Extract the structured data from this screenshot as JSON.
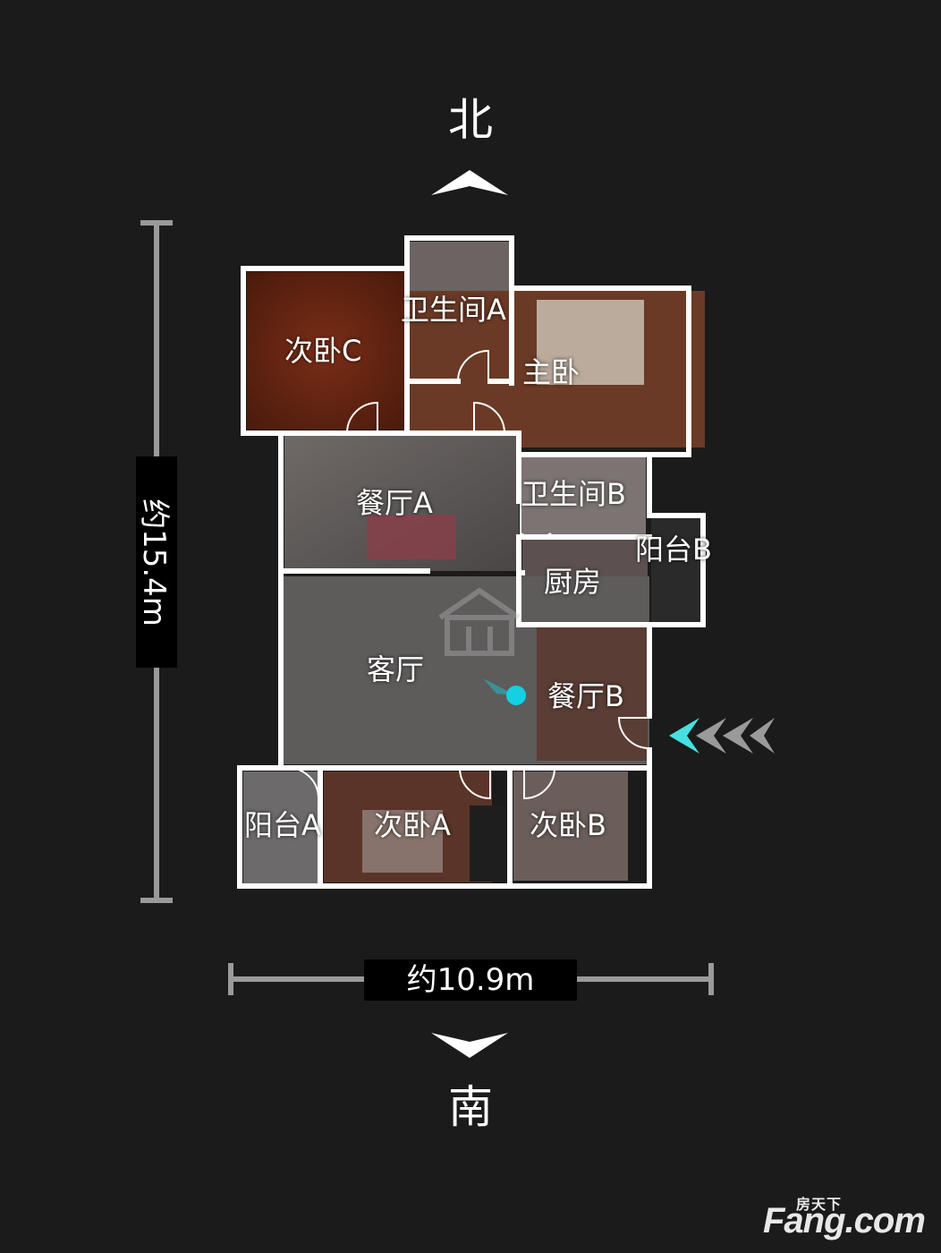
{
  "compass": {
    "north": "北",
    "south": "南"
  },
  "dimensions": {
    "vertical": "约15.4m",
    "horizontal": "约10.9m"
  },
  "rooms": {
    "bedroom_c": "次卧C",
    "bathroom_a": "卫生间A",
    "master_bedroom": "主卧",
    "dining_a": "餐厅A",
    "bathroom_b": "卫生间B",
    "balcony_b": "阳台B",
    "kitchen": "厨房",
    "living_room": "客厅",
    "dining_b": "餐厅B",
    "balcony_a": "阳台A",
    "bedroom_a": "次卧A",
    "bedroom_b": "次卧B"
  },
  "colors": {
    "background": "#1b1b1b",
    "wall": "#ffffff",
    "dimension_bar": "#9a9a9a",
    "position_marker": "#13d1e3",
    "entrance_arrow_accent": "#47e0e0"
  },
  "watermark": {
    "cn": "房天下",
    "brand": "Fang.com"
  }
}
